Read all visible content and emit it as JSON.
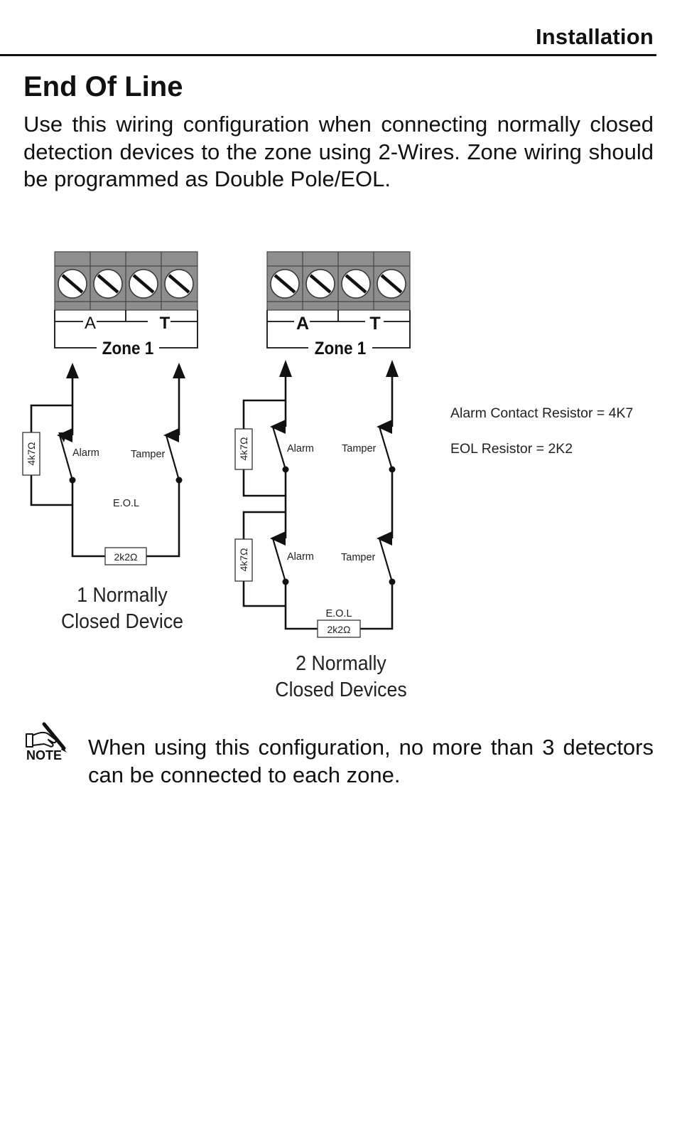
{
  "header": {
    "section": "Installation"
  },
  "page": {
    "title": "End Of Line",
    "intro": "Use this wiring configuration when connecting normally closed detection devices to the zone using 2-Wires. Zone wiring should be programmed as Double Pole/EOL."
  },
  "diagrams": [
    {
      "terminal_labels": {
        "alarm": "A",
        "tamper": "T",
        "zone": "Zone 1"
      },
      "devices": [
        {
          "alarm_label": "Alarm",
          "tamper_label": "Tamper",
          "resistor": "4k7Ω"
        }
      ],
      "eol_label": "E.O.L",
      "eol_resistor": "2k2Ω",
      "caption_line1": "1 Normally",
      "caption_line2": "Closed Device"
    },
    {
      "terminal_labels": {
        "alarm": "A",
        "tamper": "T",
        "zone": "Zone 1"
      },
      "devices": [
        {
          "alarm_label": "Alarm",
          "tamper_label": "Tamper",
          "resistor": "4k7Ω"
        },
        {
          "alarm_label": "Alarm",
          "tamper_label": "Tamper",
          "resistor": "4k7Ω"
        }
      ],
      "eol_label": "E.O.L",
      "eol_resistor": "2k2Ω",
      "caption_line1": "2 Normally",
      "caption_line2": "Closed Devices"
    }
  ],
  "legend": {
    "alarm_contact": "Alarm Contact Resistor = 4K7",
    "eol": "EOL Resistor = 2K2"
  },
  "note": {
    "icon": "note-hand-pen-icon",
    "label": "NOTE",
    "text": "When using this configuration, no more than 3 detectors can be connected to each zone."
  }
}
